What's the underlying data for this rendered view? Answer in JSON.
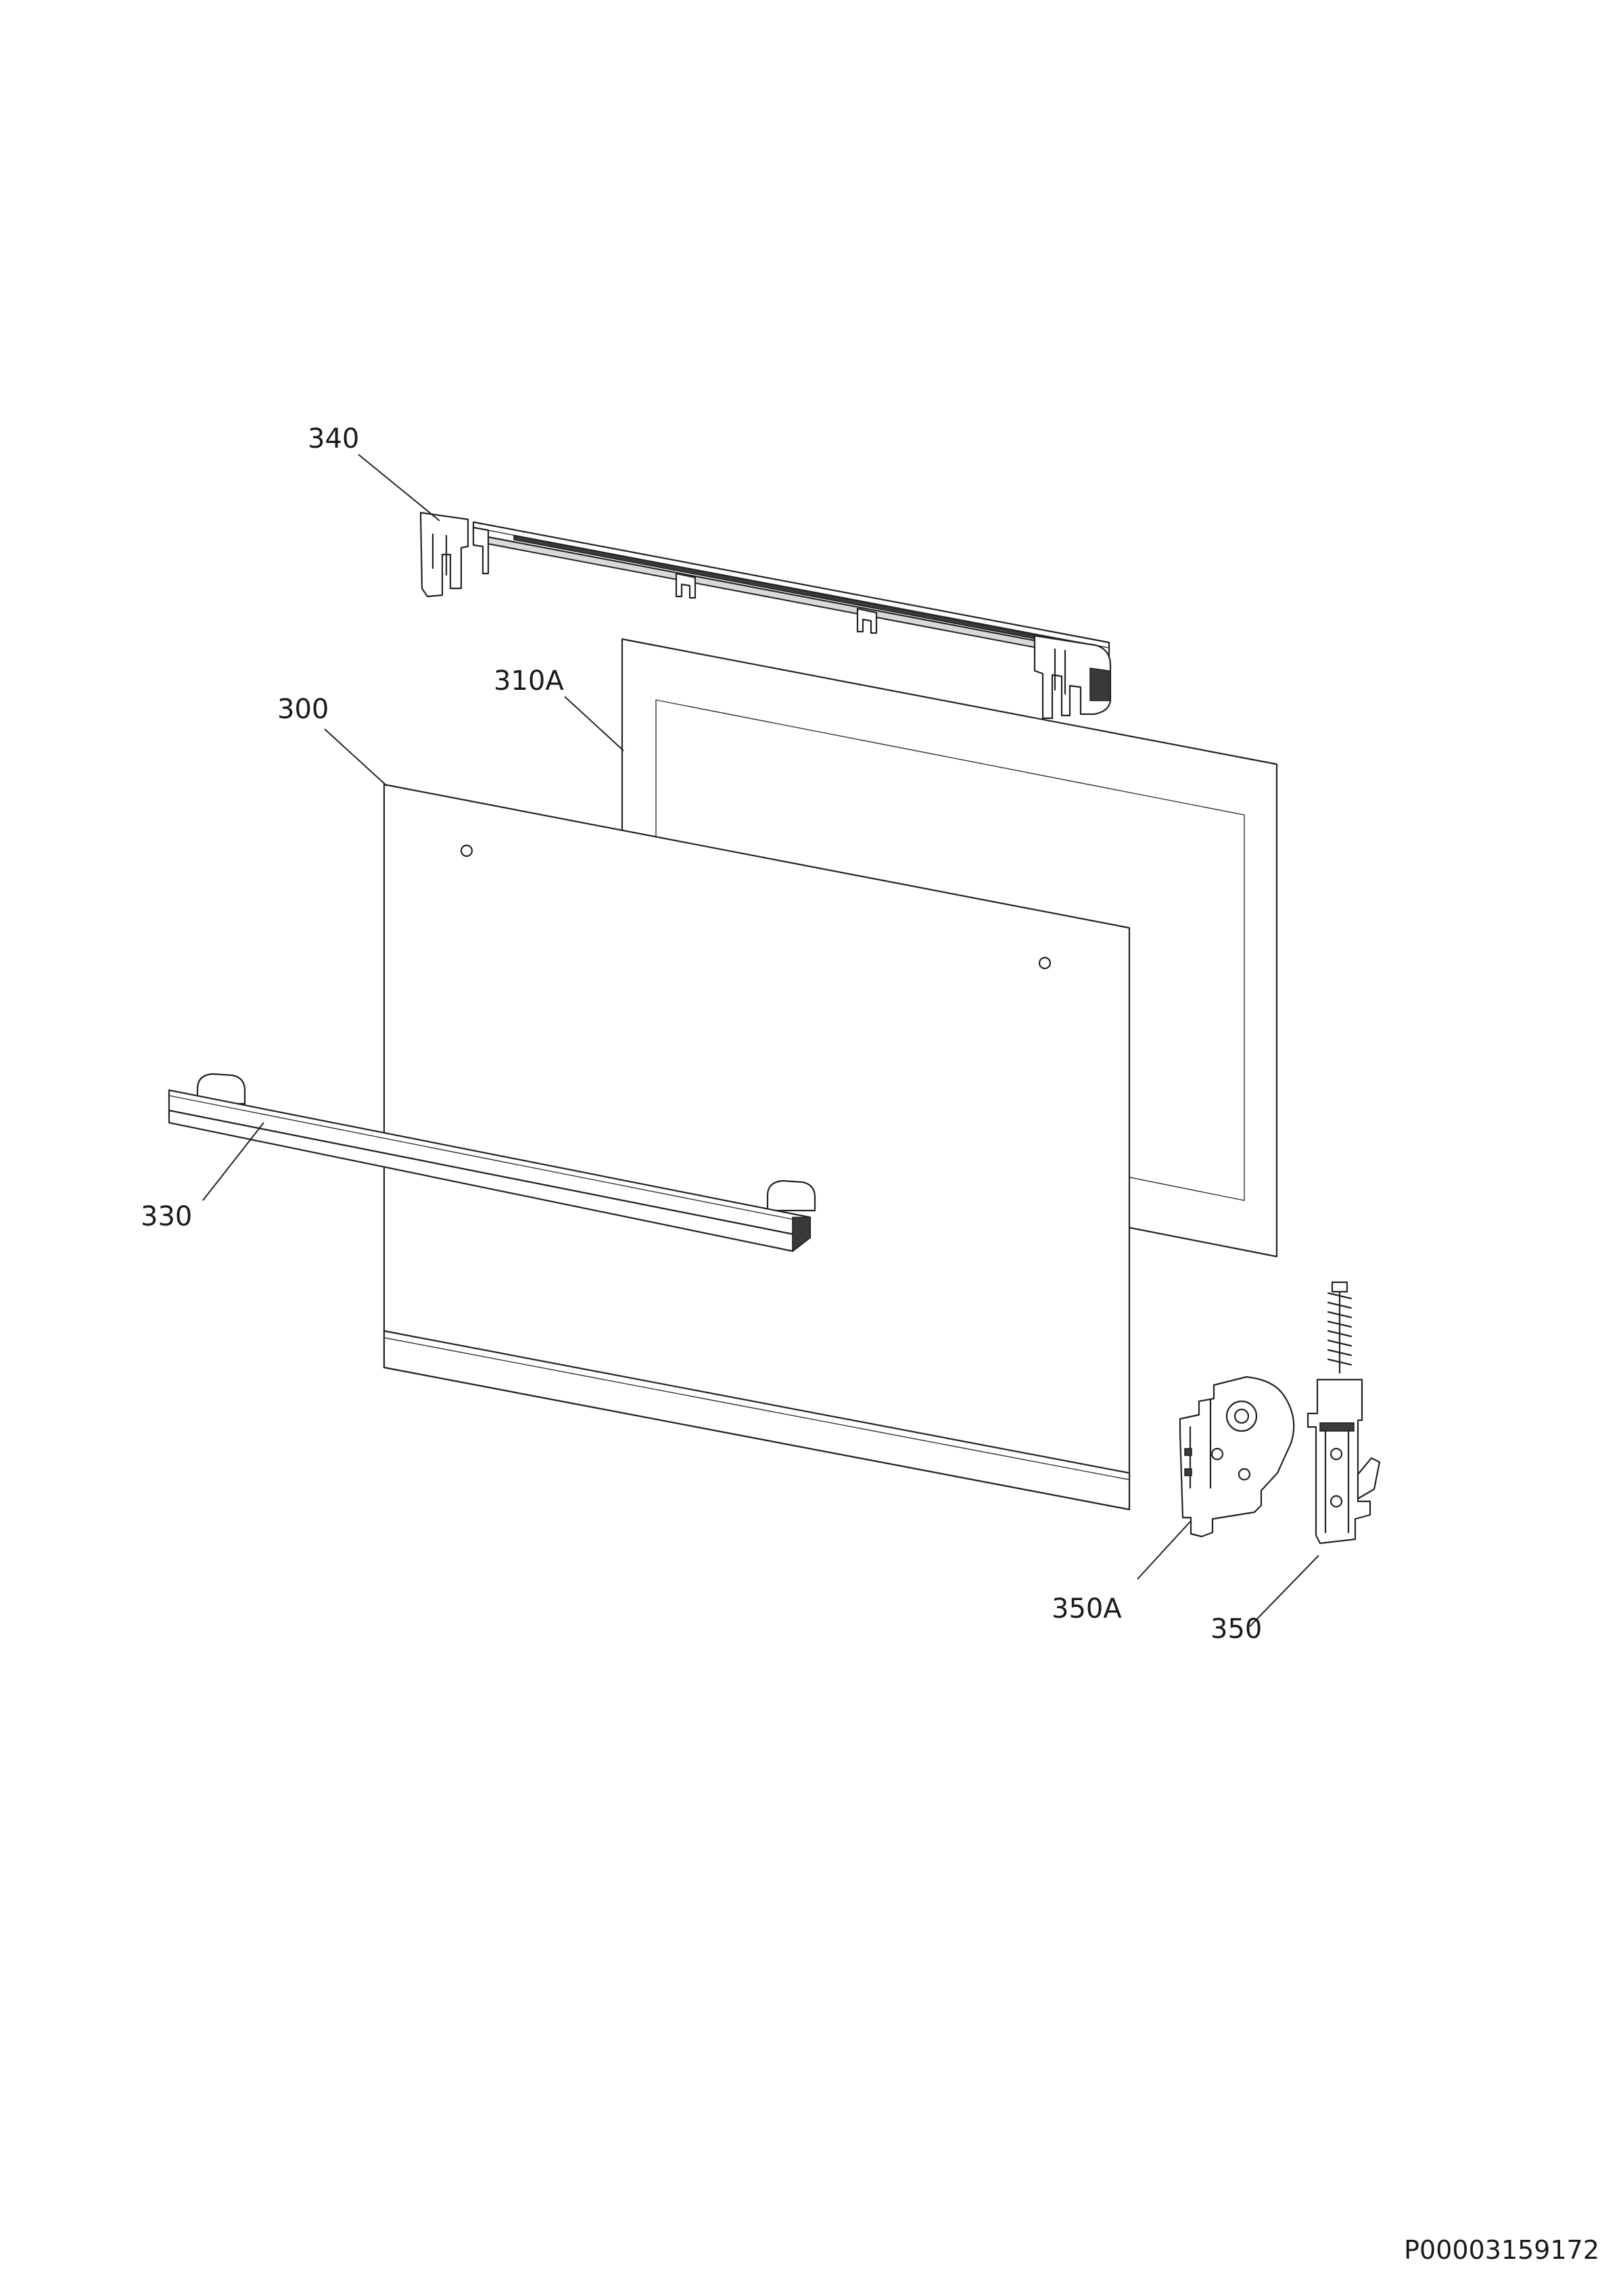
{
  "diagram": {
    "parts": [
      {
        "id": "glass_inner",
        "label": "310A"
      },
      {
        "id": "glass_outer",
        "label": "300"
      },
      {
        "id": "top_trim",
        "label": "340"
      },
      {
        "id": "handle",
        "label": "330"
      },
      {
        "id": "hinge_left",
        "label": "350A"
      },
      {
        "id": "hinge_right",
        "label": "350"
      }
    ],
    "document_id": "P00003159172"
  }
}
